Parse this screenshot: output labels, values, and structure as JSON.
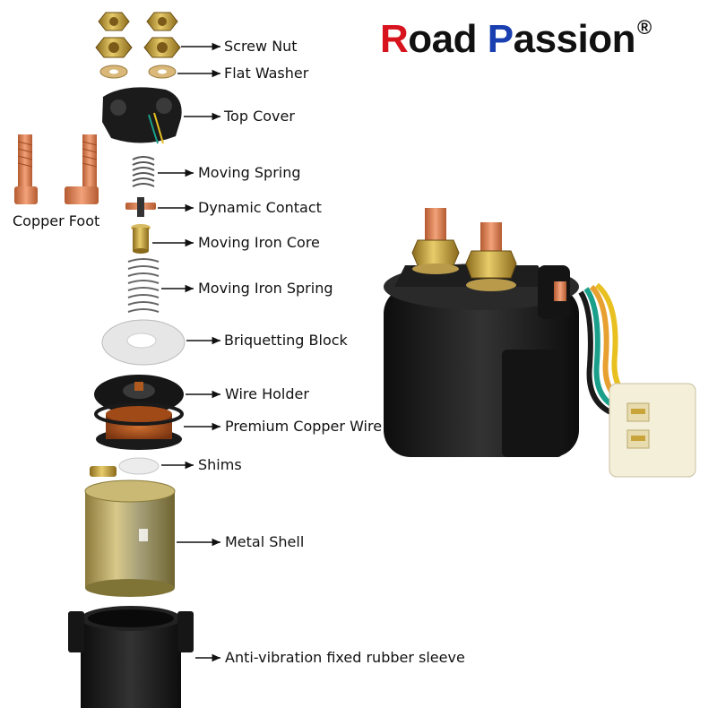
{
  "brand": {
    "part1": "R",
    "part2": "oad ",
    "part3": "P",
    "part4": "assion",
    "reg": "®"
  },
  "labels": {
    "screw_nut": "Screw Nut",
    "flat_washer": "Flat Washer",
    "top_cover": "Top Cover",
    "moving_spring": "Moving Spring",
    "copper_foot": "Copper Foot",
    "dynamic_contact": "Dynamic Contact",
    "moving_iron_core": "Moving Iron Core",
    "moving_iron_spring": "Moving Iron Spring",
    "briquetting_block": "Briquetting Block",
    "wire_holder": "Wire Holder",
    "premium_copper_wire": "Premium Copper Wire",
    "shims": "Shims",
    "metal_shell": "Metal Shell",
    "rubber_sleeve": "Anti-vibration fixed rubber sleeve"
  },
  "colors": {
    "brand_red": "#d7141e",
    "brand_blue": "#1a3fb0",
    "copper": "#e0855a",
    "brass": "#c9a43a",
    "body_black": "#1e1e1e",
    "wire_green": "#1aa08a",
    "wire_orange": "#e8a030",
    "wire_yellow": "#e8c020",
    "connector": "#f4efd8"
  }
}
